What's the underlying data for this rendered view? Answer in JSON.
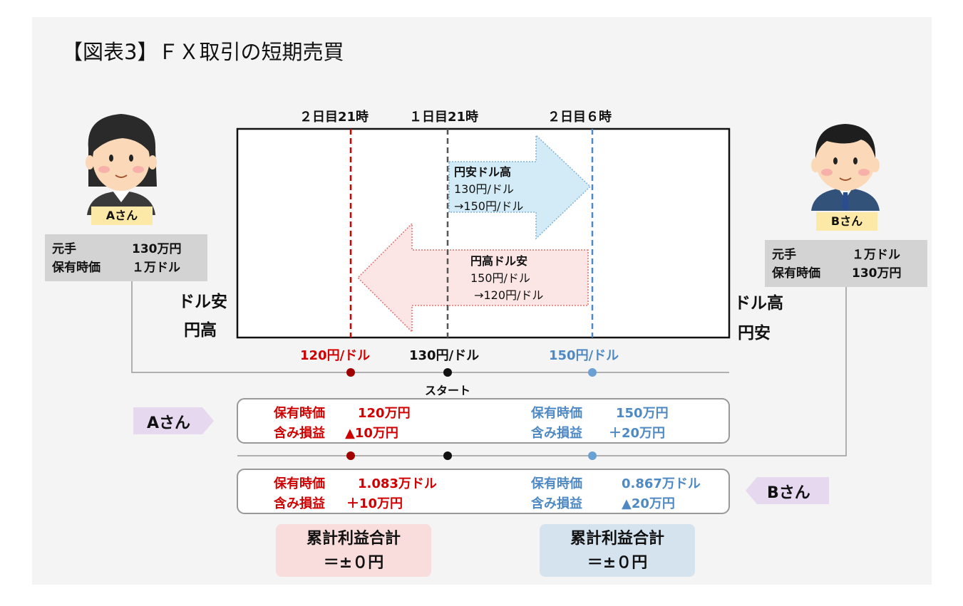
{
  "title": "【図表3】ＦＸ取引の短期売買",
  "time_labels": {
    "left": "２日目21時",
    "center": "１日目21時",
    "right": "２日目６時"
  },
  "arrow_up": {
    "title": "円安ドル高",
    "line1": "130円/ドル",
    "line2": "→150円/ドル"
  },
  "arrow_down": {
    "title": "円高ドル安",
    "line1": "150円/ドル",
    "line2": " →120円/ドル"
  },
  "person_a": {
    "name": "Aさん",
    "principal_label": "元手",
    "principal_value": "130万円",
    "holding_label": "保有時価",
    "holding_value": "１万ドル"
  },
  "person_b": {
    "name": "Bさん",
    "principal_label": "元手",
    "principal_value": "１万ドル",
    "holding_label": "保有時価",
    "holding_value": "130万円"
  },
  "side_left": {
    "line1": "ドル安",
    "line2": "円高"
  },
  "side_right": {
    "line1": "ドル高",
    "line2": "円安"
  },
  "prices": {
    "left": "120円/ドル",
    "center": "130円/ドル",
    "right": "150円/ドル"
  },
  "start_label": "スタート",
  "row_a": {
    "label": "Aさん",
    "left_holding_label": "保有時価",
    "left_holding_value": "120万円",
    "left_pl_label": "含み損益",
    "left_pl_value": "▲10万円",
    "right_holding_label": "保有時価",
    "right_holding_value": "150万円",
    "right_pl_label": "含み損益",
    "right_pl_value": "＋20万円"
  },
  "row_b": {
    "label": "Bさん",
    "left_holding_label": "保有時価",
    "left_holding_value": "1.083万ドル",
    "left_pl_label": "含み損益",
    "left_pl_value": "＋10万円",
    "right_holding_label": "保有時価",
    "right_holding_value": "0.867万ドル",
    "right_pl_label": "含み損益",
    "right_pl_value": "▲20万円"
  },
  "summary_left": {
    "line1": "累計利益合計",
    "line2": "＝±０円"
  },
  "summary_right": {
    "line1": "累計利益合計",
    "line2": "＝±０円"
  },
  "colors": {
    "red": "#d00000",
    "blue": "#4f89c3",
    "pink_box": "#f9dcdc",
    "blue_box": "#d5e3ef",
    "name_tag": "#fde9a7",
    "pill": "#e5d8ef"
  }
}
